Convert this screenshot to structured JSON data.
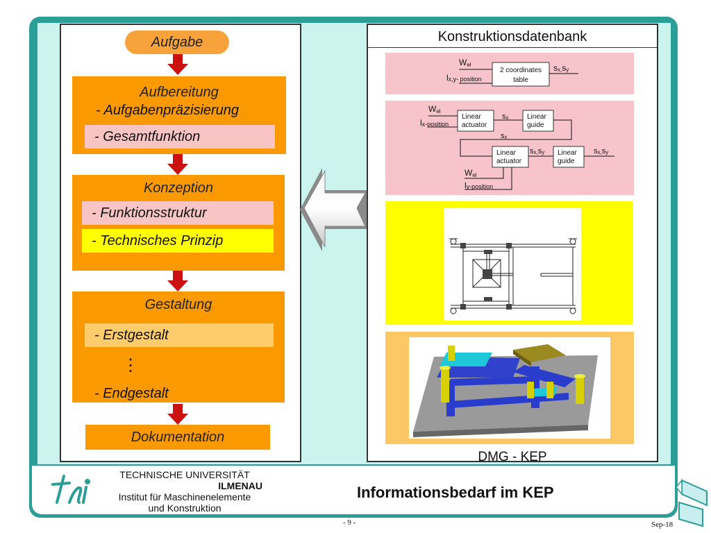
{
  "flow": {
    "start": "Aufgabe",
    "stages": [
      {
        "title": "Aufbereitung",
        "items": [
          "- Aufgabenpräzisierung",
          "- Gesamtfunktion"
        ]
      },
      {
        "title": "Konzeption",
        "items": [
          "- Funktionsstruktur",
          "- Technisches Prinzip"
        ]
      },
      {
        "title": "Gestaltung",
        "items": [
          "- Erstgestalt",
          "⋮",
          "- Endgestalt"
        ]
      }
    ],
    "end": "Dokumentation"
  },
  "database": {
    "title": "Konstruktionsdatenbank",
    "block1": {
      "input_w": "W",
      "input_w_sub": "el",
      "input_l": "l",
      "input_l_sub": "x,y- position",
      "box": [
        "2 coordinates",
        "table"
      ],
      "output": "s",
      "output_sub": "x,",
      "output2": "s",
      "output2_sub": "y"
    },
    "block2": {
      "w": "W",
      "w_sub": "el",
      "l": "l",
      "l_sub": "x-position",
      "actuator": [
        "Linear",
        "actuator"
      ],
      "guide": [
        "Linear",
        "guide"
      ],
      "sx": "s",
      "sx_sub": "x",
      "sxsy": "s",
      "sxsy_sub": "x,",
      "sy": "s",
      "sy_sub": "y",
      "l2_sub": "y-position"
    },
    "caption": "DMG - KEP"
  },
  "footer": {
    "university_line1": "TECHNISCHE UNIVERSITÄT",
    "university_line2": "ILMENAU",
    "institute_line1": "Institut für Maschinenelemente",
    "institute_line2": "und Konstruktion",
    "title": "Informationsbedarf im KEP",
    "page": "-  9  -",
    "date": "Sep-18"
  },
  "colors": {
    "frame": "#2a9e97",
    "stage": "#fa9900",
    "pink": "#f8c4c4",
    "yellow": "#ffff00",
    "arrow_red": "#cc1111"
  }
}
